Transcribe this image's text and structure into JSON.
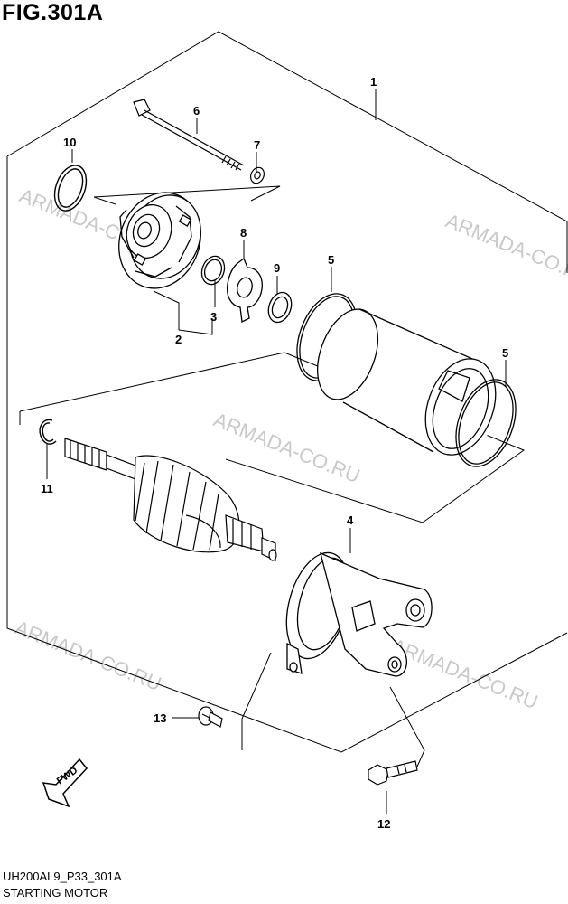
{
  "figure": {
    "title": "FIG.301A"
  },
  "callouts": [
    {
      "id": "1",
      "label": "1"
    },
    {
      "id": "2",
      "label": "2"
    },
    {
      "id": "3",
      "label": "3"
    },
    {
      "id": "4",
      "label": "4"
    },
    {
      "id": "5a",
      "label": "5"
    },
    {
      "id": "5b",
      "label": "5"
    },
    {
      "id": "6",
      "label": "6"
    },
    {
      "id": "7",
      "label": "7"
    },
    {
      "id": "8",
      "label": "8"
    },
    {
      "id": "9",
      "label": "9"
    },
    {
      "id": "10",
      "label": "10"
    },
    {
      "id": "11",
      "label": "11"
    },
    {
      "id": "12",
      "label": "12"
    },
    {
      "id": "13",
      "label": "13"
    }
  ],
  "watermarks": [
    "ARMADA-CO.RU",
    "ARMADA-CO.RU",
    "ARMADA-CO.RU",
    "ARMADA-CO.RU",
    "ARMADA-CO.RU"
  ],
  "fwd_label": "FWD",
  "footer": {
    "code": "UH200AL9_P33_301A",
    "caption": "STARTING MOTOR"
  }
}
